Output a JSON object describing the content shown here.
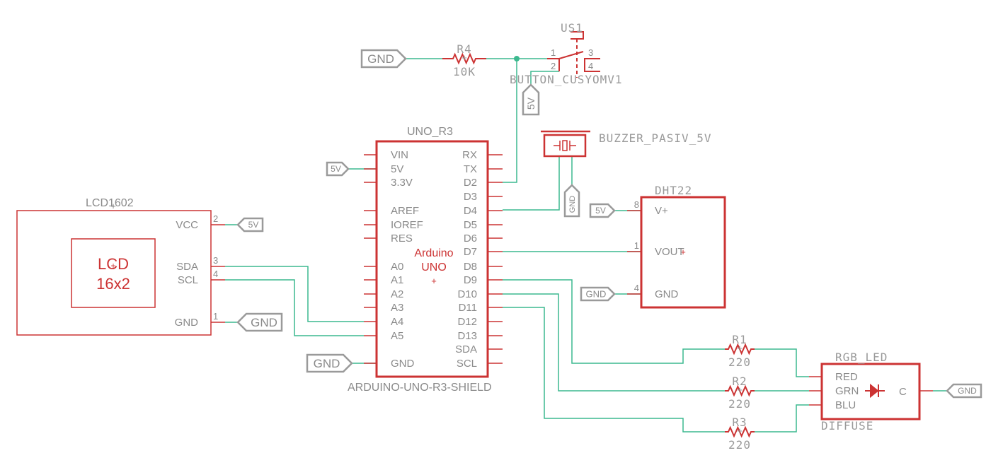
{
  "colors": {
    "symbol": "#cc3333",
    "wire": "#3cb98f",
    "text": "#8a8a8a"
  },
  "arduino": {
    "name": "UNO_R3",
    "value": "ARDUINO-UNO-R3-SHIELD",
    "center_line1": "Arduino",
    "center_line2": "UNO",
    "left_pins": [
      "VIN",
      "5V",
      "3.3V",
      "AREF",
      "IOREF",
      "RES",
      "A0",
      "A1",
      "A2",
      "A3",
      "A4",
      "A5",
      "GND"
    ],
    "right_pins": [
      "RX",
      "TX",
      "D2",
      "D3",
      "D4",
      "D5",
      "D6",
      "D7",
      "D8",
      "D9",
      "D10",
      "D11",
      "D12",
      "D13",
      "SDA",
      "SCL"
    ]
  },
  "lcd": {
    "name": "LCD1602",
    "inner_line1": "LCD",
    "inner_line2": "16x2",
    "pins": [
      {
        "label": "VCC",
        "num": "2"
      },
      {
        "label": "SDA",
        "num": "3"
      },
      {
        "label": "SCL",
        "num": "4"
      },
      {
        "label": "GND",
        "num": "1"
      }
    ]
  },
  "dht": {
    "name": "DHT22",
    "pins": [
      {
        "label": "V+",
        "num": "8"
      },
      {
        "label": "VOUT",
        "num": "1"
      },
      {
        "label": "GND",
        "num": "4"
      }
    ]
  },
  "rgb": {
    "name": "RGB_LED",
    "value": "DIFFUSE",
    "pins": [
      "RED",
      "GRN",
      "BLU"
    ],
    "common": "C"
  },
  "button": {
    "name": "US1",
    "value": "BUTTON_CUSYOMV1",
    "pin_nums": [
      "1",
      "2",
      "3",
      "4"
    ]
  },
  "buzzer": {
    "name": "BUZZER_PASIV_5V"
  },
  "resistors": [
    {
      "name": "R4",
      "value": "10K"
    },
    {
      "name": "R1",
      "value": "220"
    },
    {
      "name": "R2",
      "value": "220"
    },
    {
      "name": "R3",
      "value": "220"
    }
  ],
  "supplies": {
    "gnd": "GND",
    "vcc": "5V"
  }
}
